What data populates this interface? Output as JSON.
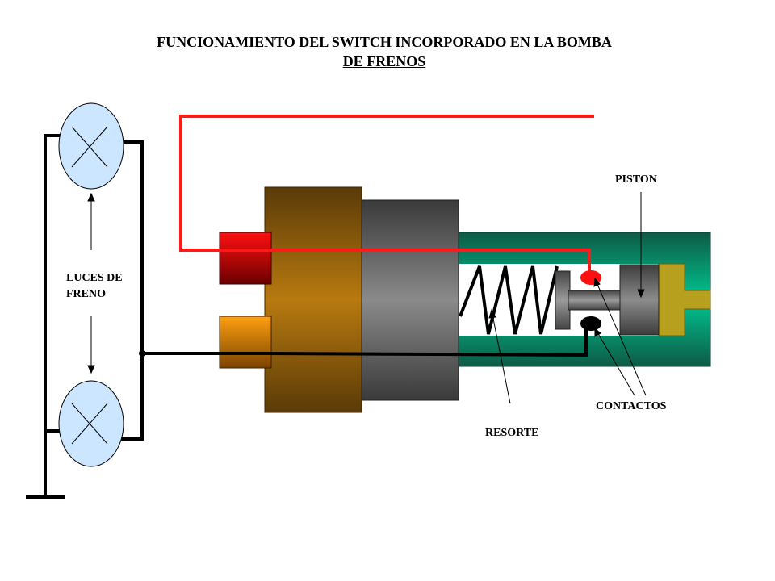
{
  "title": {
    "line1": "FUNCIONAMIENTO  DEL SWITCH INCORPORADO  EN LA BOMBA",
    "line2": "DE FRENOS"
  },
  "labels": {
    "piston": "PISTON",
    "luces_line1": "LUCES DE",
    "luces_line2": "FRENO",
    "contactos": "CONTACTOS",
    "resorte": "RESORTE"
  },
  "colors": {
    "wire_red": "#ff1a1a",
    "wire_black": "#000000",
    "lamp_fill": "#cce6ff",
    "cylinder_green": "#00a878",
    "piston_gray": "#707070",
    "gold": "#b8a01f"
  }
}
